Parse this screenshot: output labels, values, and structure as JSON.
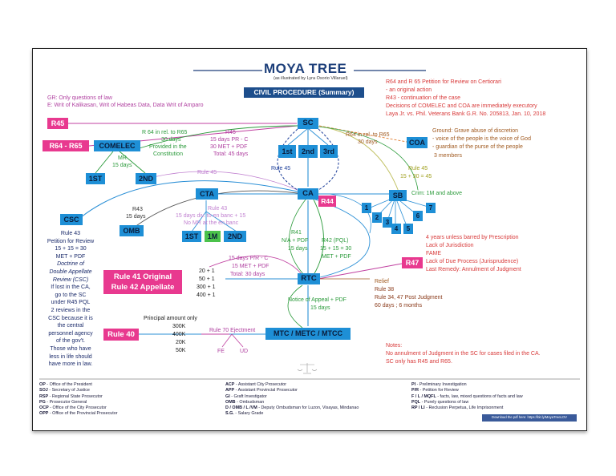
{
  "header": {
    "title": "MOYA TREE",
    "subtitle": "(as illustrated by Lyra Osorio Villaruel)",
    "banner": "CIVIL PROCEDURE (Summary)"
  },
  "gr_note": [
    "GR: Only questions of law",
    "E: Writ of Kalikasan, Writ of Habeas Data, Data Writ of Amparo"
  ],
  "r64_note": [
    "R64 and R 65 Petition for Review on Certiorari",
    "- an original action",
    "R43 - continuation of the case",
    "Decisions of COMELEC and COA are immediately executory",
    "Laya Jr. vs. Phil. Veterans Bank G.R. No. 205813, Jan. 10, 2018"
  ],
  "ground_note": [
    "Ground: Grave abuse of discretion",
    "- voice of the people is the voice of God",
    "- guardian of the purse of the people"
  ],
  "nodes": {
    "r45": "R45",
    "r64r65": "R64 - R65",
    "comelec": "COMELEC",
    "sc": "SC",
    "sc1": "1st",
    "sc2": "2nd",
    "sc3": "3rd",
    "coa": "COA",
    "c1st": "1ST",
    "c2nd": "2ND",
    "cta": "CTA",
    "ca": "CA",
    "r44": "R44",
    "sb": "SB",
    "csc": "CSC",
    "omb": "OMB",
    "cta1st": "1ST",
    "cta1m": "1M",
    "cta2nd": "2ND",
    "rtc": "RTC",
    "r47": "R47",
    "rule41": "Rule 41 Original",
    "rule42": "Rule 42 Appellate",
    "rule40": "Rule 40",
    "mtc": "MTC / METC / MTCC",
    "sb_divs": [
      "1",
      "2",
      "3",
      "4",
      "5",
      "6",
      "7"
    ]
  },
  "labels": {
    "r64_comelec": [
      "R 64 in rel. to R65",
      "30 days",
      "Provided in the",
      "Constitution"
    ],
    "mr": [
      "MR",
      "15 days"
    ],
    "r45_ca": [
      "R45",
      "15 days PR - C",
      "30 MET + PDF",
      "Total: 45 days"
    ],
    "r64_coa": [
      "R64 in rel. to R65",
      "30 days"
    ],
    "coa_members": "3 members",
    "rule45_left": "Rule 45",
    "rule45_right": [
      "Rule 45",
      "15 + 30 = 45"
    ],
    "rule45_mid": "Rule 45",
    "crim": "Crim: 1M and above",
    "r43_omb": [
      "R43",
      "15 days"
    ],
    "rule43_cta": [
      "Rule 43",
      "15 days div. to en banc + 15",
      "No MR at the en banc"
    ],
    "r41": [
      "R41",
      "N/A + PDF",
      "15 days"
    ],
    "r42": [
      "R42 (PQL)",
      "15 + 15 = 30",
      "MET + PDF"
    ],
    "csc_text": [
      "Rule 43",
      "Petition for Review",
      "15 + 15 = 30",
      "MET + PDF",
      "Doctrine of",
      "Double Appellate",
      "Review (CSC)",
      "If lost in the CA,",
      "go to the SC",
      "under R45 PQL",
      "2 reviews in the",
      "CSC because it is",
      "the central",
      "personnel agency",
      "of the gov't.",
      "Those who have",
      "less in life should",
      "have more in law."
    ],
    "r47_text": [
      "4 years  unless barred by  Prescription",
      "Lack of Jurisdiction",
      "FAME",
      "Lack of Due Process (Jurisprudence)",
      "Last Remedy: Annulment of Judgment"
    ],
    "pr_rtc": [
      "15 days P/R - C",
      "15 MET + PDF",
      "Total: 30 days"
    ],
    "amounts": [
      "20 + 1",
      "50 + 1",
      "300 + 1",
      "400 + 1"
    ],
    "relief": [
      "Relief",
      "Rule 38",
      "Rule 34, 47 Post Judgment",
      "60 days ; 6 months"
    ],
    "notice": [
      "Notice of Appeal + PDF",
      "15 days"
    ],
    "principal_title": "Principal amount only",
    "principal_values": [
      "300K",
      "400K",
      "20K",
      "50K"
    ],
    "rule70": "Rule 70 Ejectment",
    "fe": "FE",
    "ud": "UD",
    "notes": [
      "Notes:",
      "No annulment of Judgment in the SC for cases filed in the CA.",
      "SC only has R45 and R65."
    ]
  },
  "footer": {
    "col1": [
      [
        "OP",
        "- Office of the President"
      ],
      [
        "SOJ",
        "- Secretary of Justice"
      ],
      [
        "RSP",
        "- Regional State Prosecutor"
      ],
      [
        "PG",
        "- Prosecutor General"
      ],
      [
        "OCP",
        "- Office of the City Prosecutor"
      ],
      [
        "OPP",
        "- Office of the Provincial Prosecutor"
      ]
    ],
    "col2": [
      [
        "ACP",
        "- Assistant City Prosecutor"
      ],
      [
        "APP",
        "- Assistant Provincial Prosecutor"
      ],
      [
        "GI",
        "- Graft Investigator"
      ],
      [
        "OMB",
        "- Ombudsman"
      ],
      [
        "D / OMB / L /VM",
        "- Deputy Ombudsman for Luzon, Visayas, Mindanao"
      ],
      [
        "S.G.",
        "- Salary Grade"
      ]
    ],
    "col3": [
      [
        "PI",
        "- Preliminary Investigation"
      ],
      [
        "P/R",
        "- Petition for Review"
      ],
      [
        "F / L / MQFL",
        "- facts, law, mixed questions of facts and law"
      ],
      [
        "PQL",
        "- Purely questions of law"
      ],
      [
        "RP / LI",
        "- Reclusion Perpetua, Life Imprisonment"
      ]
    ],
    "download": "Download the pdf here: https://bit.ly/MoyaTreeLOV"
  },
  "colors": {
    "blue": "#1e8fd6",
    "pink": "#e8398f",
    "green": "#4bc24b",
    "navy": "#1d4e8c",
    "title": "#1d3f7a"
  }
}
